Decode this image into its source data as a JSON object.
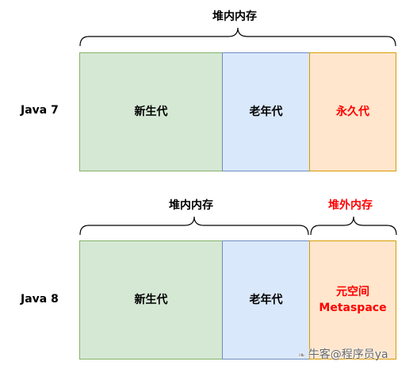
{
  "java7": {
    "version_label": "Java 7",
    "heap_label": "堆内内存",
    "young_gen": "新生代",
    "old_gen": "老年代",
    "perm_gen": "永久代"
  },
  "java8": {
    "version_label": "Java 8",
    "heap_label": "堆内内存",
    "offheap_label": "堆外内存",
    "young_gen": "新生代",
    "old_gen": "老年代",
    "metaspace_cn": "元空间",
    "metaspace_en": "Metaspace"
  },
  "watermark": "牛客@程序员ya",
  "colors": {
    "young_fill": "#d5e8d4",
    "old_fill": "#dae8fc",
    "perm_fill": "#ffe6cc",
    "highlight_text": "#ff0000"
  }
}
